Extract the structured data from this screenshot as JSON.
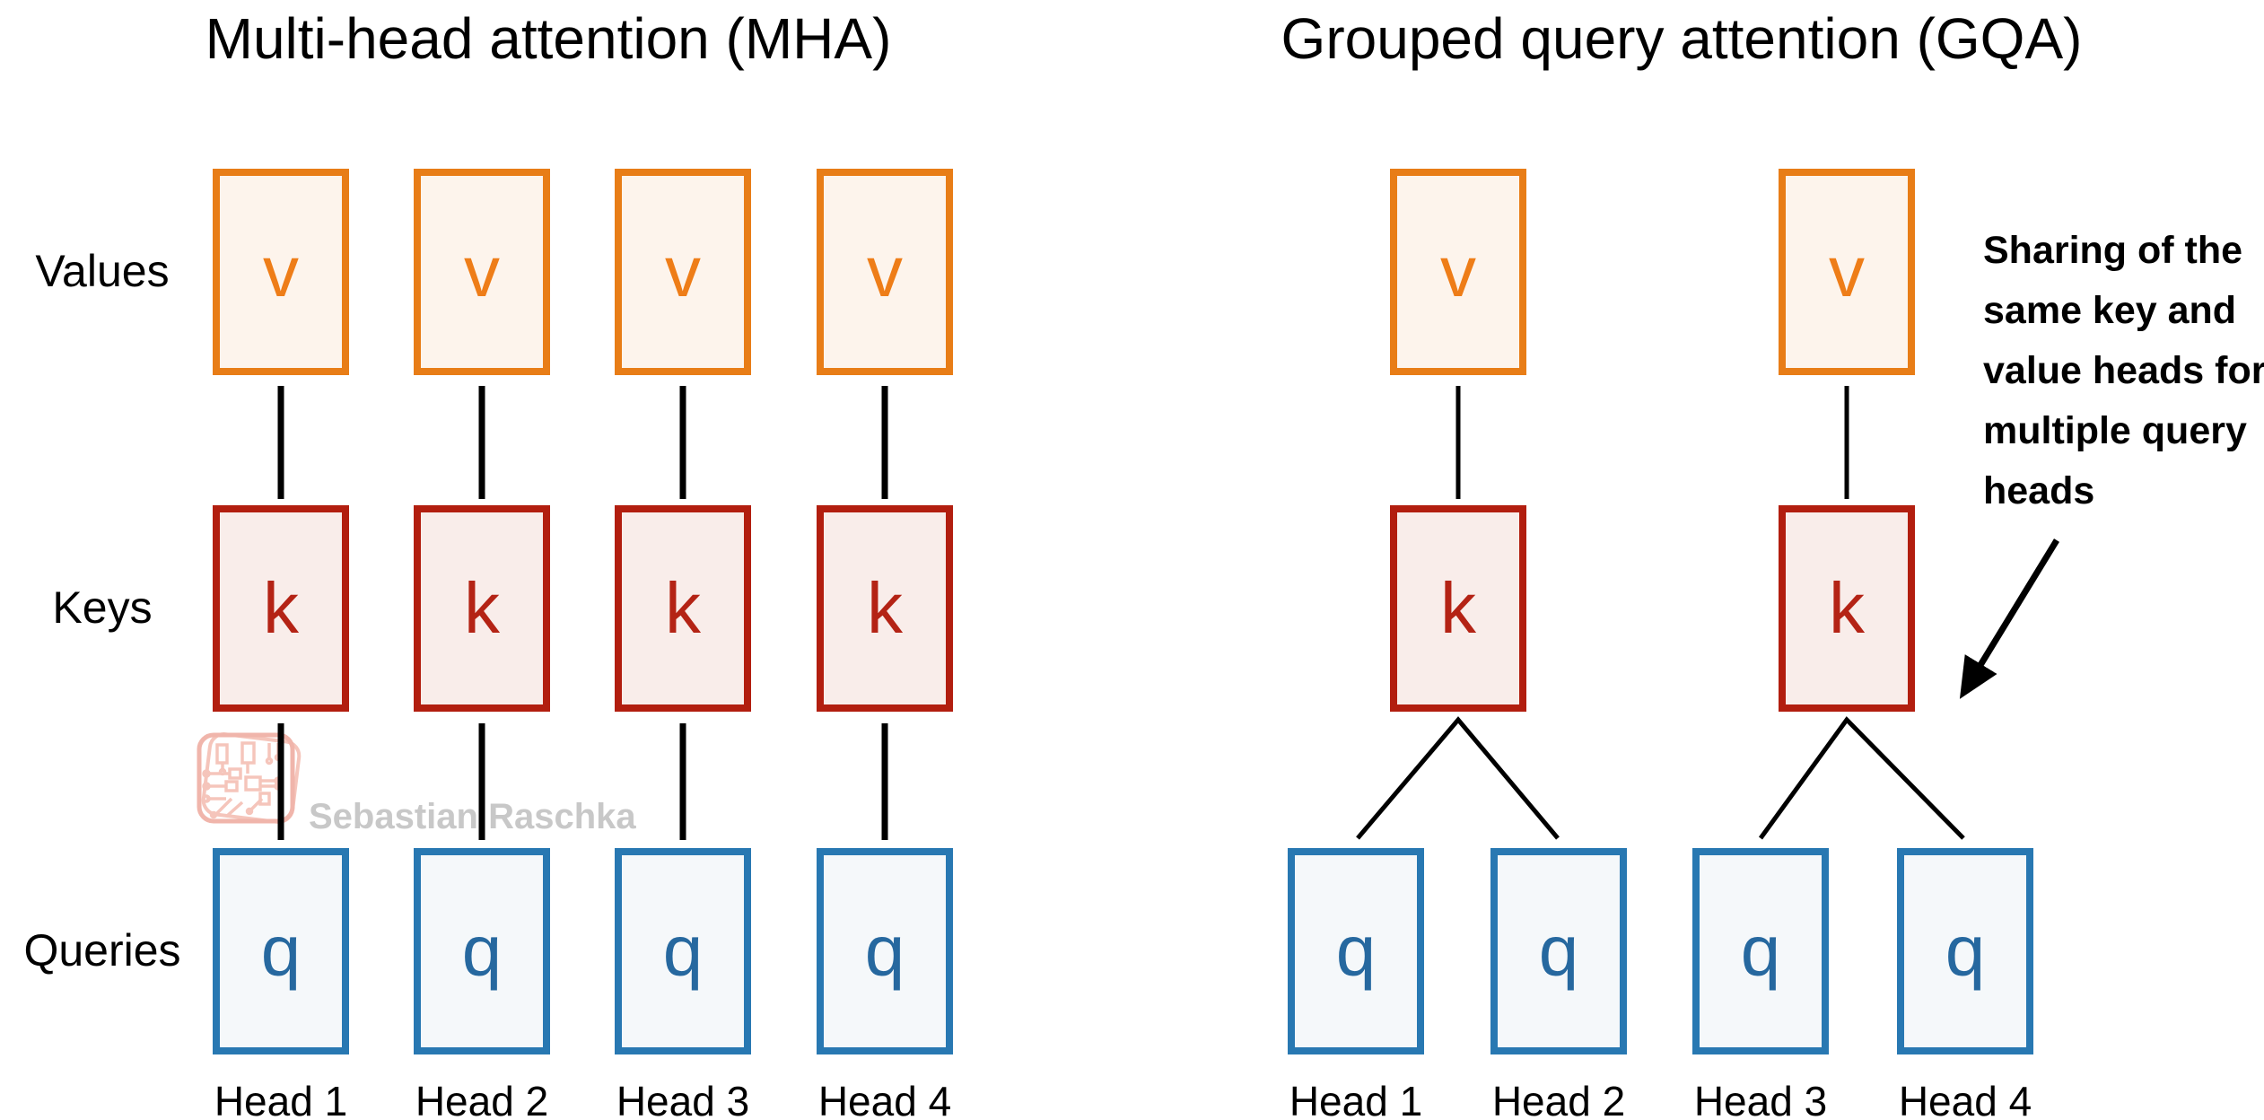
{
  "left_panel": {
    "title": "Multi-head attention (MHA)",
    "row_labels": {
      "values": "Values",
      "keys": "Keys",
      "queries": "Queries"
    },
    "value_boxes": [
      "v",
      "v",
      "v",
      "v"
    ],
    "key_boxes": [
      "k",
      "k",
      "k",
      "k"
    ],
    "query_boxes": [
      "q",
      "q",
      "q",
      "q"
    ],
    "head_labels": [
      "Head 1",
      "Head 2",
      "Head 3",
      "Head 4"
    ]
  },
  "right_panel": {
    "title": "Grouped query attention (GQA)",
    "value_boxes": [
      "v",
      "v"
    ],
    "key_boxes": [
      "k",
      "k"
    ],
    "query_boxes": [
      "q",
      "q",
      "q",
      "q"
    ],
    "head_labels": [
      "Head 1",
      "Head 2",
      "Head 3",
      "Head 4"
    ],
    "annotation_lines": [
      "Sharing of the",
      "same key and",
      "value heads for",
      "multiple query",
      "heads"
    ]
  },
  "watermark": {
    "text": "Sebastian Raschka"
  },
  "colors": {
    "value_border": "#E87D17",
    "value_fill": "#FDF4EC",
    "key_border": "#B21E0F",
    "key_fill": "#F9EDEA",
    "query_border": "#2878B2",
    "query_fill": "#F5F8FA",
    "connector": "#000000",
    "watermark_text": "#C8C8C8",
    "watermark_logo": "#F2B9AF"
  }
}
